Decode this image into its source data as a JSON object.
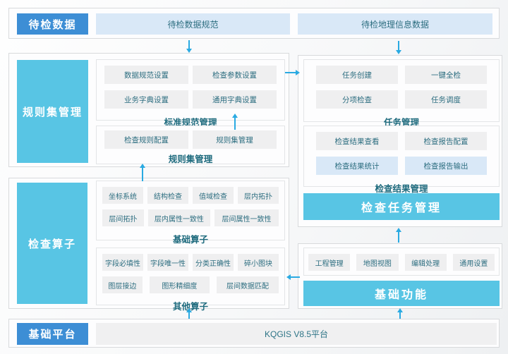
{
  "colors": {
    "primary_blue": "#3d8ed5",
    "cyan": "#58c5e4",
    "light_blue_chip": "#d9e8f7",
    "gray_chip": "#efeff0",
    "teal_text": "#2d6e80",
    "arrow": "#2aaae2"
  },
  "top_row": {
    "side_label": "待检数据",
    "items": [
      "待检数据规范",
      "待检地理信息数据"
    ]
  },
  "ruleset_section": {
    "side_label": "规则集管理",
    "groups": [
      {
        "label": "标准规范管理",
        "items": [
          "数据规范设置",
          "检查参数设置",
          "业务字典设置",
          "通用字典设置"
        ]
      },
      {
        "label": "规则集管理",
        "items": [
          "检查规则配置",
          "规则集管理"
        ]
      }
    ]
  },
  "task_section": {
    "groups": [
      {
        "label": "任务管理",
        "items": [
          "任务创建",
          "一键全检",
          "分项检查",
          "任务调度"
        ]
      },
      {
        "label": "检查结果管理",
        "items": [
          "检查结果查看",
          "检查报告配置",
          "检查结果统计",
          "检查报告输出"
        ]
      }
    ],
    "banner": "检查任务管理"
  },
  "operator_section": {
    "side_label": "检查算子",
    "groups": [
      {
        "label": "基础算子",
        "row1": [
          "坐标系统",
          "结构检查",
          "值域检查",
          "层内拓扑"
        ],
        "row2": [
          "层间拓扑",
          "层内属性一致性",
          "层间属性一致性"
        ]
      },
      {
        "label": "其他算子",
        "row1": [
          "字段必填性",
          "字段唯一性",
          "分类正确性",
          "碎小图块"
        ],
        "row2": [
          "图层接边",
          "图形精细度",
          "层间数据匹配"
        ]
      }
    ]
  },
  "basic_section": {
    "items": [
      "工程管理",
      "地图视图",
      "编辑处理",
      "通用设置"
    ],
    "banner": "基础功能"
  },
  "platform_row": {
    "side_label": "基础平台",
    "bar_label": "KQGIS V8.5平台"
  }
}
